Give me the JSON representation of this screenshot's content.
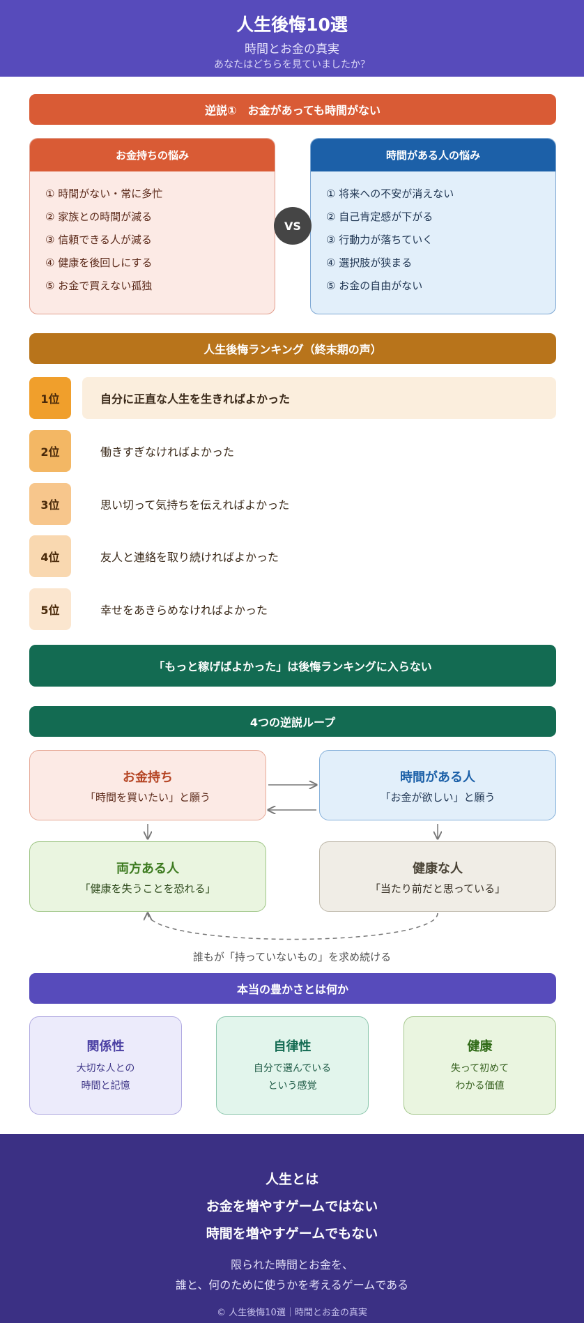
{
  "header": {
    "title": "人生後悔10選",
    "subtitle": "時間とお金の真実",
    "question": "あなたはどちらを見ていましたか？",
    "color": "#574bbb"
  },
  "paradox": {
    "banner": "逆説①　お金があっても時間がない",
    "banner_color": "#d95b35",
    "rich": {
      "title": "お金持ちの悩み",
      "items": [
        "① 時間がない・常に多忙",
        "② 家族との時間が減る",
        "③ 信頼できる人が減る",
        "④ 健康を後回しにする",
        "⑤ お金で買えない孤独"
      ]
    },
    "vs": "VS",
    "time": {
      "title": "時間がある人の悩み",
      "items": [
        "① 将来への不安が消えない",
        "② 自己肯定感が下がる",
        "③ 行動力が落ちていく",
        "④ 選択肢が狭まる",
        "⑤ お金の自由がない"
      ]
    }
  },
  "ranking": {
    "banner": "人生後悔ランキング（終末期の声）",
    "banner_color": "#b8741b",
    "items": [
      {
        "rank": "1位",
        "text": "自分に正直な人生を生きればよかった",
        "color": "#f09f2c"
      },
      {
        "rank": "2位",
        "text": "働きすぎなければよかった",
        "color": "#f3b764"
      },
      {
        "rank": "3位",
        "text": "思い切って気持ちを伝えればよかった",
        "color": "#f7c68c"
      },
      {
        "rank": "4位",
        "text": "友人と連絡を取り続ければよかった",
        "color": "#f9d8b0"
      },
      {
        "rank": "5位",
        "text": "幸せをあきらめなければよかった",
        "color": "#fbe6cf"
      }
    ],
    "note": "「もっと稼げばよかった」は後悔ランキングに入らない",
    "note_color": "#136b52"
  },
  "loop": {
    "banner": "4つの逆説ループ",
    "banner_color": "#136b52",
    "boxes": [
      {
        "title": "お金持ち",
        "sub": "「時間を買いたい」と願う"
      },
      {
        "title": "時間がある人",
        "sub": "「お金が欲しい」と願う"
      },
      {
        "title": "両方ある人",
        "sub": "「健康を失うことを恐れる」"
      },
      {
        "title": "健康な人",
        "sub": "「当たり前だと思っている」"
      }
    ],
    "caption": "誰もが「持っていないもの」を求め続ける"
  },
  "richness": {
    "banner": "本当の豊かさとは何か",
    "banner_color": "#574bbb",
    "items": [
      {
        "title": "関係性",
        "line1": "大切な人との",
        "line2": "時間と記憶"
      },
      {
        "title": "自律性",
        "line1": "自分で選んでいる",
        "line2": "という感覚"
      },
      {
        "title": "健康",
        "line1": "失って初めて",
        "line2": "わかる価値"
      }
    ]
  },
  "footer": {
    "line1": "人生とは",
    "line2": "お金を増やすゲームではない",
    "line3": "時間を増やすゲームでもない",
    "sub1": "限られた時間とお金を、",
    "sub2": "誰と、何のために使うかを考えるゲームである",
    "copyright": "© 人生後悔10選｜時間とお金の真実",
    "color": "#3b3084"
  }
}
